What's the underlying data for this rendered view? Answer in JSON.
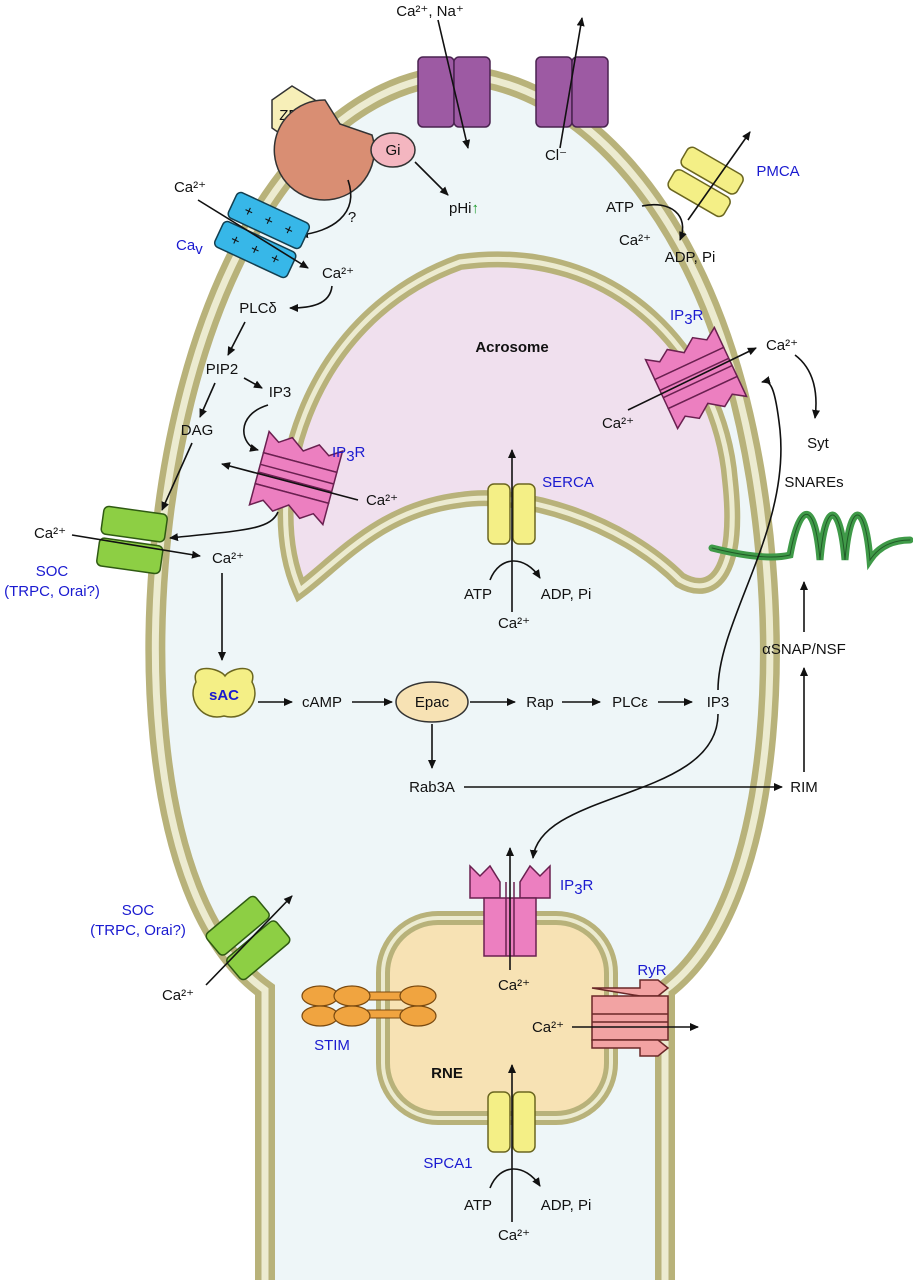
{
  "colors": {
    "membrane": "#b8b27a",
    "membrane_inner": "#e8e4c6",
    "cytoplasm": "#eef6f8",
    "acrosome": "#f0e0ee",
    "rne": "#f7e2b4",
    "blue_text": "#1a1ad0",
    "purple_channel": "#9d5aa3",
    "pink_receptor": "#ec7fc0",
    "yellow_pump": "#f4ef86",
    "green_channel": "#8dcf44",
    "cyan_channel": "#37b7e8",
    "orange_stim": "#f0a440",
    "salmon_ryr": "#f2a3a3",
    "green_snare": "#3f9a48",
    "salmon_zp_receptor": "#d98e73",
    "zp3": "#f7efb8",
    "gi": "#f4b6c0"
  },
  "labels": {
    "ca_na": "Ca²⁺, Na⁺",
    "cl": "Cl⁻",
    "zp3": "ZP3",
    "gi": "Gi",
    "phi": "pHi",
    "phi_arrow": "↑",
    "pmca": "PMCA",
    "atp_pmca": "ATP",
    "ca_pmca": "Ca²⁺",
    "adp_pmca": "ADP, Pi",
    "ca_top_left": "Ca²⁺",
    "question": "?",
    "cav": "Ca",
    "cav_sub": "v",
    "ca_after_cav": "Ca²⁺",
    "plc_delta": "PLCδ",
    "pip2": "PIP2",
    "ip3_left": "IP3",
    "dag": "DAG",
    "ip3r_left": "IP",
    "ip3r_left_sub": "3",
    "ip3r_left_rest": "R",
    "ca_ip3r_left": "Ca²⁺",
    "ca_soc_in": "Ca²⁺",
    "ca_soc_out": "Ca²⁺",
    "soc_top_1": "SOC",
    "soc_top_2": "(TRPC, Orai?)",
    "acrosome": "Acrosome",
    "serca": "SERCA",
    "atp_serca": "ATP",
    "adp_serca": "ADP, Pi",
    "ca_serca": "Ca²⁺",
    "ip3r_right": "IP",
    "ip3r_right_sub": "3",
    "ip3r_right_rest": "R",
    "ca_ip3r_right_out": "Ca²⁺",
    "ca_ip3r_right_in": "Ca²⁺",
    "syt": "Syt",
    "snares": "SNAREs",
    "sac": "sAC",
    "camp": "cAMP",
    "epac": "Epac",
    "rap": "Rap",
    "plc_epsilon": "PLCε",
    "ip3_right": "IP3",
    "asnap": "αSNAP/NSF",
    "rab3a": "Rab3A",
    "rim": "RIM",
    "ip3r_bottom": "IP",
    "ip3r_bottom_sub": "3",
    "ip3r_bottom_rest": "R",
    "ca_ip3r_bottom": "Ca²⁺",
    "soc_bottom_1": "SOC",
    "soc_bottom_2": "(TRPC, Orai?)",
    "ca_soc_bottom": "Ca²⁺",
    "ryr": "RyR",
    "ca_ryr": "Ca²⁺",
    "stim": "STIM",
    "rne": "RNE",
    "spca1": "SPCA1",
    "atp_spca": "ATP",
    "adp_spca": "ADP, Pi",
    "ca_spca": "Ca²⁺"
  }
}
